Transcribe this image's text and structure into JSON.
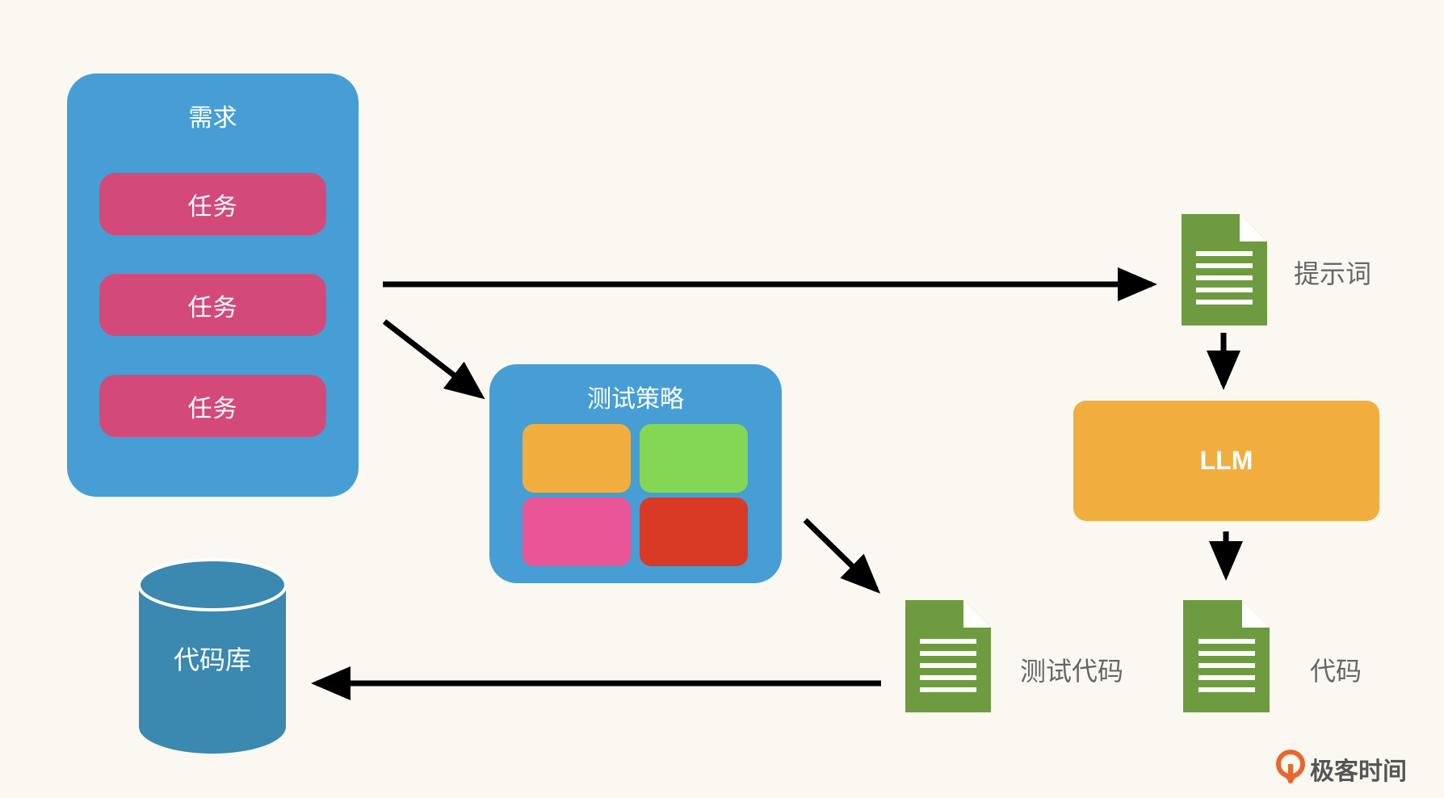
{
  "requirements": {
    "title": "需求",
    "tasks": [
      "任务",
      "任务",
      "任务"
    ]
  },
  "strategy": {
    "title": "测试策略",
    "tile_colors": [
      "#f1ae3f",
      "#84d655",
      "#ea5598",
      "#d83a26"
    ]
  },
  "prompt_doc": {
    "label": "提示词"
  },
  "llm": {
    "label": "LLM"
  },
  "code_doc": {
    "label": "代码"
  },
  "test_code_doc": {
    "label": "测试代码"
  },
  "repository": {
    "label": "代码库"
  },
  "logo": {
    "text": "极客时间"
  },
  "colors": {
    "background": "#faf8f1",
    "container": "#469ed5",
    "task": "#d34a7a",
    "llm": "#f1ae3f",
    "document": "#6e9b40",
    "cylinder": "#3b88b0",
    "arrow": "#000000",
    "logo_accent": "#e8672e"
  }
}
